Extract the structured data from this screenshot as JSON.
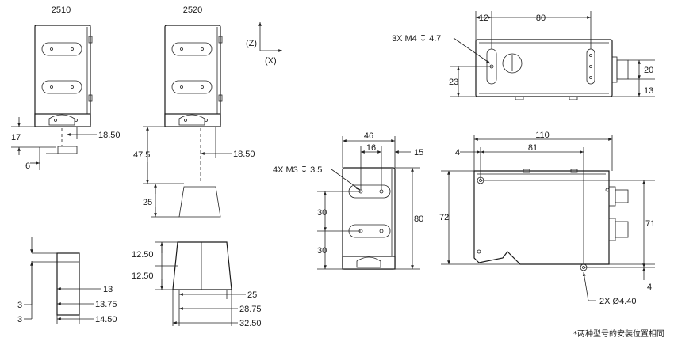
{
  "models": {
    "left": "2510",
    "right": "2520"
  },
  "axes": {
    "z": "(Z)",
    "x": "(X)"
  },
  "dims_2510": {
    "d17": "17",
    "d18_50": "18.50",
    "d6": "6",
    "d3a": "3",
    "d3b": "3",
    "d13": "13",
    "d13_75": "13.75",
    "d14_50": "14.50"
  },
  "dims_2520": {
    "d47_5": "47.5",
    "d18_50": "18.50",
    "d25": "25",
    "d12_50a": "12.50",
    "d12_50b": "12.50",
    "d25b": "25",
    "d28_75": "28.75",
    "d32_50": "32.50"
  },
  "dims_front": {
    "d46": "46",
    "d16": "16",
    "d15": "15",
    "holes": "4X M3 ↧ 3.5",
    "d30a": "30",
    "d30b": "30",
    "d80": "80"
  },
  "dims_top": {
    "d12": "12",
    "d80": "80",
    "holes": "3X M4 ↧ 4.7",
    "d23": "23",
    "d20": "20",
    "d13": "13"
  },
  "dims_side": {
    "d110": "110",
    "d81": "81",
    "d4a": "4",
    "d72": "72",
    "d71": "71",
    "d4b": "4",
    "holes": "2X Ø4.40"
  },
  "footnote": "*两种型号的安装位置相同"
}
